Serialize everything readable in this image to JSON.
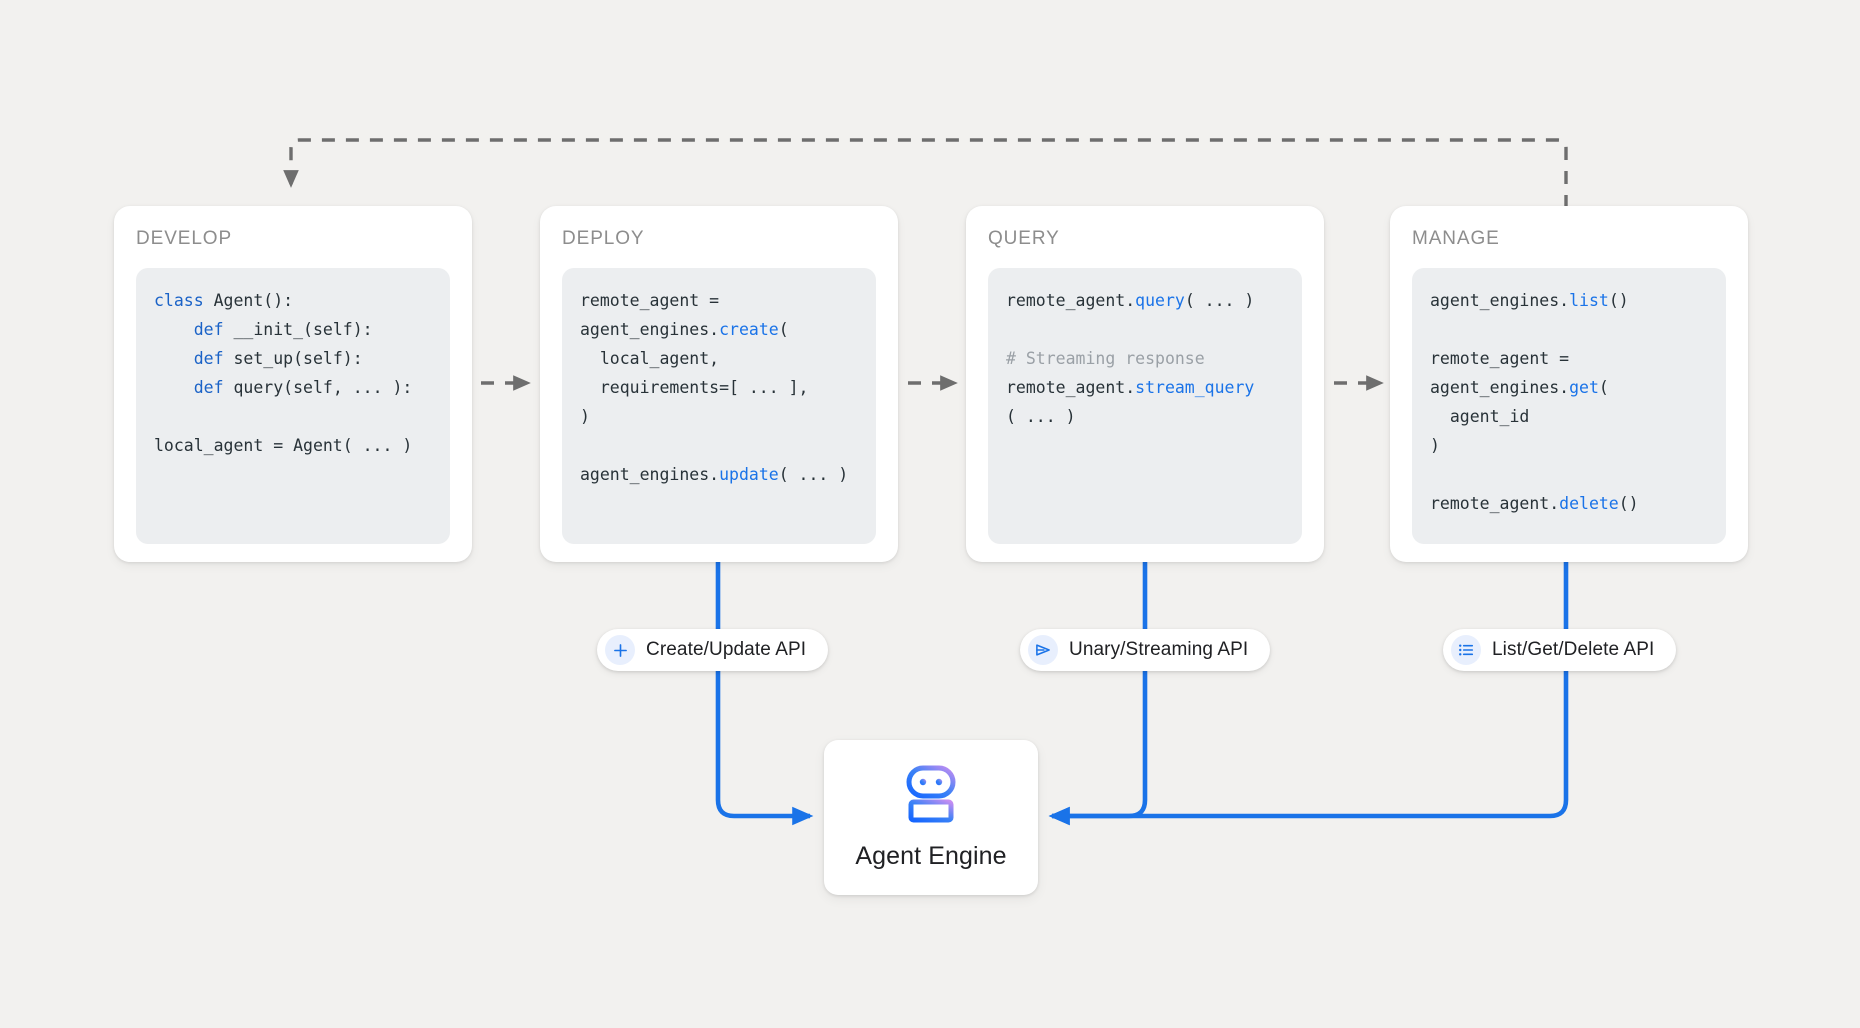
{
  "diagram": {
    "background_color": "#f2f1ef",
    "accent_blue": "#1a73e8",
    "dashed_gray": "#6e6e6e"
  },
  "stages": [
    {
      "title": "DEVELOP",
      "code_lines": [
        [
          {
            "t": "class ",
            "c": "kw"
          },
          {
            "t": "Agent():"
          }
        ],
        [
          {
            "t": "    "
          },
          {
            "t": "def ",
            "c": "kw"
          },
          {
            "t": "__init_(self):"
          }
        ],
        [
          {
            "t": "    "
          },
          {
            "t": "def ",
            "c": "kw"
          },
          {
            "t": "set_up(self):"
          }
        ],
        [
          {
            "t": "    "
          },
          {
            "t": "def ",
            "c": "kw"
          },
          {
            "t": "query(self, ... ):"
          }
        ],
        [
          {
            "t": ""
          }
        ],
        [
          {
            "t": "local_agent = Agent( ... )"
          }
        ]
      ]
    },
    {
      "title": "DEPLOY",
      "code_lines": [
        [
          {
            "t": "remote_agent ="
          }
        ],
        [
          {
            "t": "agent_engines."
          },
          {
            "t": "create",
            "c": "fn"
          },
          {
            "t": "("
          }
        ],
        [
          {
            "t": "  local_agent,"
          }
        ],
        [
          {
            "t": "  requirements=[ ... ],"
          }
        ],
        [
          {
            "t": ")"
          }
        ],
        [
          {
            "t": ""
          }
        ],
        [
          {
            "t": "agent_engines."
          },
          {
            "t": "update",
            "c": "fn"
          },
          {
            "t": "( ... )"
          }
        ]
      ]
    },
    {
      "title": "QUERY",
      "code_lines": [
        [
          {
            "t": "remote_agent."
          },
          {
            "t": "query",
            "c": "fn"
          },
          {
            "t": "( ... )"
          }
        ],
        [
          {
            "t": ""
          }
        ],
        [
          {
            "t": "# Streaming response",
            "c": "cm"
          }
        ],
        [
          {
            "t": "remote_agent."
          },
          {
            "t": "stream_query",
            "c": "fn"
          }
        ],
        [
          {
            "t": "( ... )"
          }
        ]
      ]
    },
    {
      "title": "MANAGE",
      "code_lines": [
        [
          {
            "t": "agent_engines."
          },
          {
            "t": "list",
            "c": "fn"
          },
          {
            "t": "()"
          }
        ],
        [
          {
            "t": ""
          }
        ],
        [
          {
            "t": "remote_agent ="
          }
        ],
        [
          {
            "t": "agent_engines."
          },
          {
            "t": "get",
            "c": "fn"
          },
          {
            "t": "("
          }
        ],
        [
          {
            "t": "  agent_id"
          }
        ],
        [
          {
            "t": ")"
          }
        ],
        [
          {
            "t": ""
          }
        ],
        [
          {
            "t": "remote_agent."
          },
          {
            "t": "delete",
            "c": "fn"
          },
          {
            "t": "()"
          }
        ]
      ]
    }
  ],
  "api_pills": [
    {
      "label": "Create/Update API",
      "icon": "plus-icon"
    },
    {
      "label": "Unary/Streaming API",
      "icon": "send-icon"
    },
    {
      "label": "List/Get/Delete API",
      "icon": "list-icon"
    }
  ],
  "agent_engine": {
    "label": "Agent Engine",
    "icon": "robot-icon",
    "gradient_from": "#1565ff",
    "gradient_to": "#c58df2"
  }
}
